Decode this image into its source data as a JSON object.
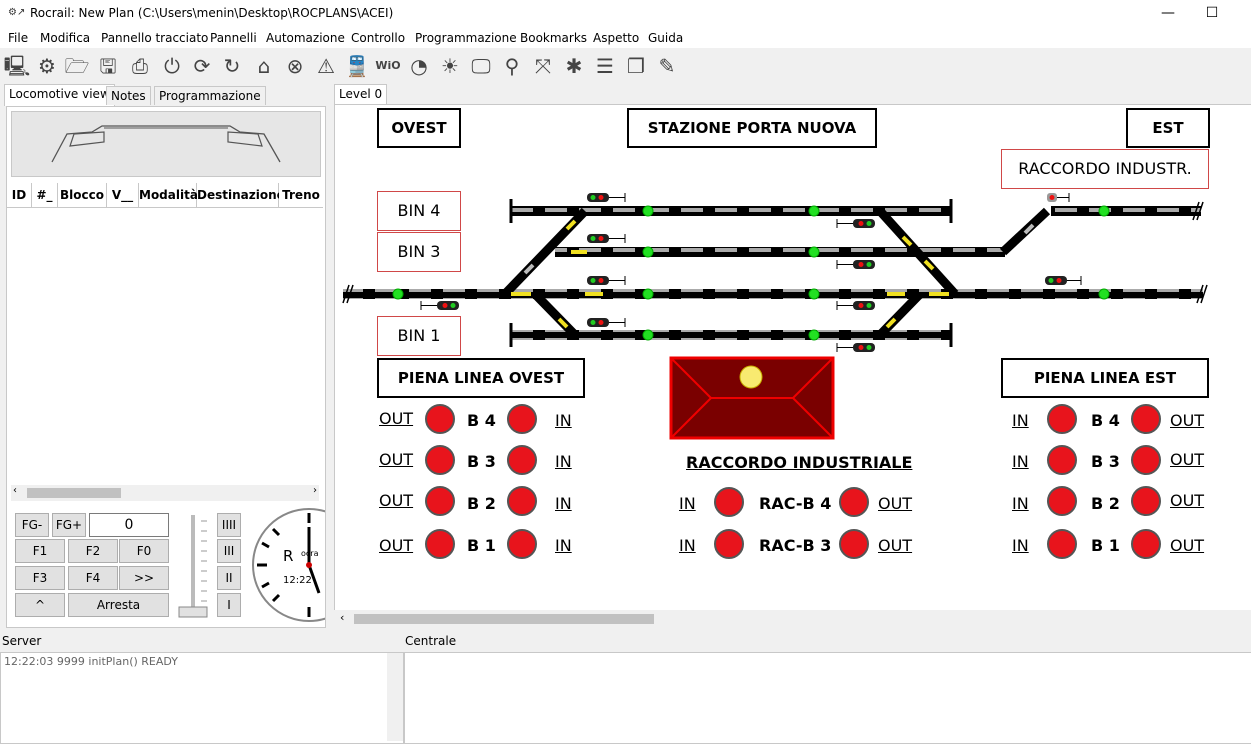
{
  "window": {
    "title": "Rocrail: New Plan (C:\\Users\\menin\\Desktop\\ROCPLANS\\ACEI)",
    "minimize": "—",
    "maximize": "☐"
  },
  "menu": [
    "File",
    "Modifica",
    "Pannello tracciato",
    "Pannelli",
    "Automazione",
    "Controllo",
    "Programmazione",
    "Bookmarks",
    "Aspetto",
    "Guida"
  ],
  "toolbar": {
    "icons": [
      "monitor-icon",
      "gears-icon",
      "folder-icon",
      "save-icon",
      "print-icon",
      "power-icon",
      "refresh-icon",
      "rotate-icon",
      "home-icon",
      "stop-circle-icon",
      "warning-icon",
      "train-icon",
      "wio-icon",
      "gauge-icon",
      "light-icon",
      "screen-icon",
      "zoom-icon",
      "fullscreen-icon",
      "bug-icon",
      "list-icon",
      "copy-icon",
      "edit-icon"
    ],
    "wio_label": "WiO"
  },
  "left_panel": {
    "tabs": [
      "Locomotive view",
      "Notes",
      "Programmazione"
    ],
    "columns": [
      "ID",
      "#_",
      "Blocco",
      "V__",
      "Modalità",
      "Destinazione",
      "Treno"
    ],
    "speed_value": "0",
    "buttons": {
      "fg_minus": "FG-",
      "fg_plus": "FG+",
      "f1": "F1",
      "f2": "F2",
      "f0": "F0",
      "f3": "F3",
      "f4": "F4",
      "more": ">>",
      "up": "^",
      "stop": "Arresta"
    },
    "gear_buttons": [
      "IIII",
      "III",
      "II",
      "I"
    ],
    "clock": {
      "brand": "R",
      "brand_small": "ocra",
      "time": "12:22"
    }
  },
  "plan": {
    "tab": "Level 0",
    "labels": {
      "ovest": "OVEST",
      "stazione": "STAZIONE PORTA NUOVA",
      "est": "EST",
      "raccordo_top": "RACCORDO INDUSTR.",
      "bin4": "BIN 4",
      "bin3": "BIN 3",
      "bin1": "BIN 1",
      "piena_ovest": "PIENA LINEA OVEST",
      "piena_est": "PIENA LINEA EST",
      "raccordo_industriale": "RACCORDO INDUSTRIALE"
    },
    "west_rows": [
      {
        "out": "OUT",
        "block": "B 4",
        "in": "IN"
      },
      {
        "out": "OUT",
        "block": "B 3",
        "in": "IN"
      },
      {
        "out": "OUT",
        "block": "B 2",
        "in": "IN"
      },
      {
        "out": "OUT",
        "block": "B 1",
        "in": "IN"
      }
    ],
    "east_rows": [
      {
        "in": "IN",
        "block": "B 4",
        "out": "OUT"
      },
      {
        "in": "IN",
        "block": "B 3",
        "out": "OUT"
      },
      {
        "in": "IN",
        "block": "B 2",
        "out": "OUT"
      },
      {
        "in": "IN",
        "block": "B 1",
        "out": "OUT"
      }
    ],
    "raccordo_rows": [
      {
        "in": "IN",
        "block": "RAC-B 4",
        "out": "OUT"
      },
      {
        "in": "IN",
        "block": "RAC-B 3",
        "out": "OUT"
      }
    ],
    "colors": {
      "led_red": "#e8141c",
      "led_green": "#22e022",
      "track": "#000000",
      "route_yellow": "#f0e020",
      "panel_dark_red": "#7a0000"
    }
  },
  "bottom": {
    "server_label": "Server",
    "centrale_label": "Centrale",
    "server_log": "12:22:03 9999 initPlan() READY"
  }
}
